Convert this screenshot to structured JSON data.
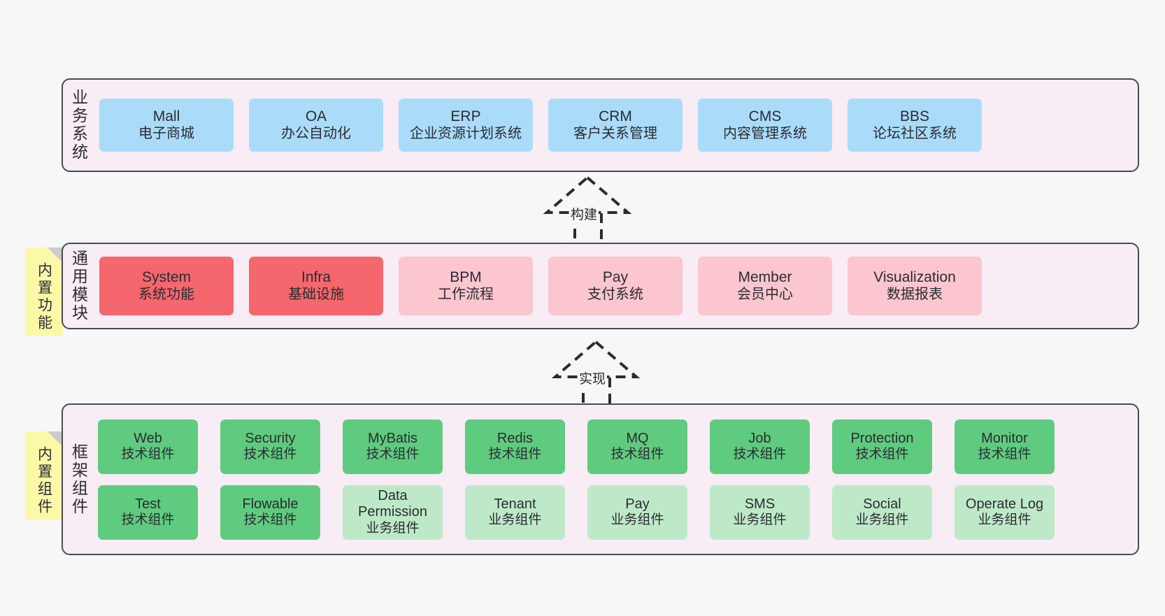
{
  "layers": {
    "business": {
      "title": "业务系统",
      "items": [
        {
          "en": "Mall",
          "cn": "电子商城"
        },
        {
          "en": "OA",
          "cn": "办公自动化"
        },
        {
          "en": "ERP",
          "cn": "企业资源计划系统"
        },
        {
          "en": "CRM",
          "cn": "客户关系管理"
        },
        {
          "en": "CMS",
          "cn": "内容管理系统"
        },
        {
          "en": "BBS",
          "cn": "论坛社区系统"
        }
      ]
    },
    "modules": {
      "title": "通用模块",
      "items": [
        {
          "en": "System",
          "cn": "系统功能",
          "state": "on"
        },
        {
          "en": "Infra",
          "cn": "基础设施",
          "state": "on"
        },
        {
          "en": "BPM",
          "cn": "工作流程",
          "state": "off"
        },
        {
          "en": "Pay",
          "cn": "支付系统",
          "state": "off"
        },
        {
          "en": "Member",
          "cn": "会员中心",
          "state": "off"
        },
        {
          "en": "Visualization",
          "cn": "数据报表",
          "state": "off"
        }
      ]
    },
    "framework": {
      "title": "框架组件",
      "row1": [
        {
          "en": "Web",
          "cn": "技术组件"
        },
        {
          "en": "Security",
          "cn": "技术组件"
        },
        {
          "en": "MyBatis",
          "cn": "技术组件"
        },
        {
          "en": "Redis",
          "cn": "技术组件"
        },
        {
          "en": "MQ",
          "cn": "技术组件"
        },
        {
          "en": "Job",
          "cn": "技术组件"
        },
        {
          "en": "Protection",
          "cn": "技术组件"
        },
        {
          "en": "Monitor",
          "cn": "技术组件"
        }
      ],
      "row2": [
        {
          "en": "Test",
          "cn": "技术组件",
          "kind": "tech"
        },
        {
          "en": "Flowable",
          "cn": "技术组件",
          "kind": "tech"
        },
        {
          "en": "Data Permission",
          "cn": "业务组件",
          "kind": "buss"
        },
        {
          "en": "Tenant",
          "cn": "业务组件",
          "kind": "buss"
        },
        {
          "en": "Pay",
          "cn": "业务组件",
          "kind": "buss"
        },
        {
          "en": "SMS",
          "cn": "业务组件",
          "kind": "buss"
        },
        {
          "en": "Social",
          "cn": "业务组件",
          "kind": "buss"
        },
        {
          "en": "Operate Log",
          "cn": "业务组件",
          "kind": "buss"
        }
      ]
    }
  },
  "notes": {
    "functions": "内置功能",
    "components": "内置组件"
  },
  "arrows": {
    "build": "构建",
    "implement": "实现"
  },
  "colors": {
    "panel_bg": "#f8ecf5",
    "panel_border": "#4a4a55",
    "business_card": "#aadcfa",
    "module_active": "#f4676d",
    "module_inactive": "#fbc6ce",
    "tech_component": "#5fcb7f",
    "business_component": "#bee9c8",
    "note_bg": "#fbf8a8",
    "note_fold": "#cccccc",
    "canvas_bg": "#f7f7f7"
  }
}
